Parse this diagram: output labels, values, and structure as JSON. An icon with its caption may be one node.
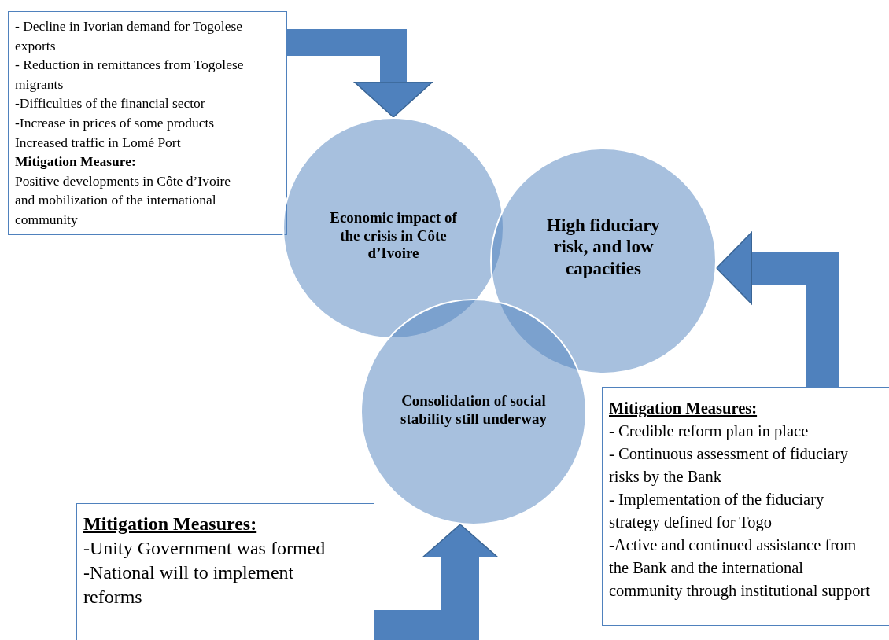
{
  "diagram": {
    "nodes": [
      {
        "text": [
          "- Decline in Ivorian demand for Togolese exports",
          "- Reduction in remittances from Togolese migrants",
          "-Difficulties of the financial sector",
          "-Increase in prices of some products",
          "Increased traffic in Lomé Port",
          "Mitigation Measure:",
          "Positive developments in Côte d’Ivoire and mobilization of the international community"
        ]
      },
      {
        "text": [
          "Economic impact of the crisis in Côte d’Ivoire"
        ]
      },
      {
        "text": [
          "High fiduciary risk, and low capacities"
        ]
      },
      {
        "text": [
          "Consolidation of social stability still underway"
        ]
      },
      {
        "text": [
          "Mitigation Measures:",
          "- Credible reform plan in place",
          "- Continuous assessment of fiduciary risks by the Bank",
          "- Implementation of the fiduciary strategy defined for Togo",
          "-Active and continued assistance from the Bank and the international community through institutional support"
        ]
      },
      {
        "text": [
          "Mitigation Measures:",
          "-Unity Government was formed",
          "-National will to implement reforms"
        ]
      }
    ],
    "edges": [
      {
        "from": 0,
        "to": 1,
        "arrow": "to"
      },
      {
        "from": 4,
        "to": 2,
        "arrow": "to"
      },
      {
        "from": 5,
        "to": 3,
        "arrow": "to"
      }
    ]
  }
}
